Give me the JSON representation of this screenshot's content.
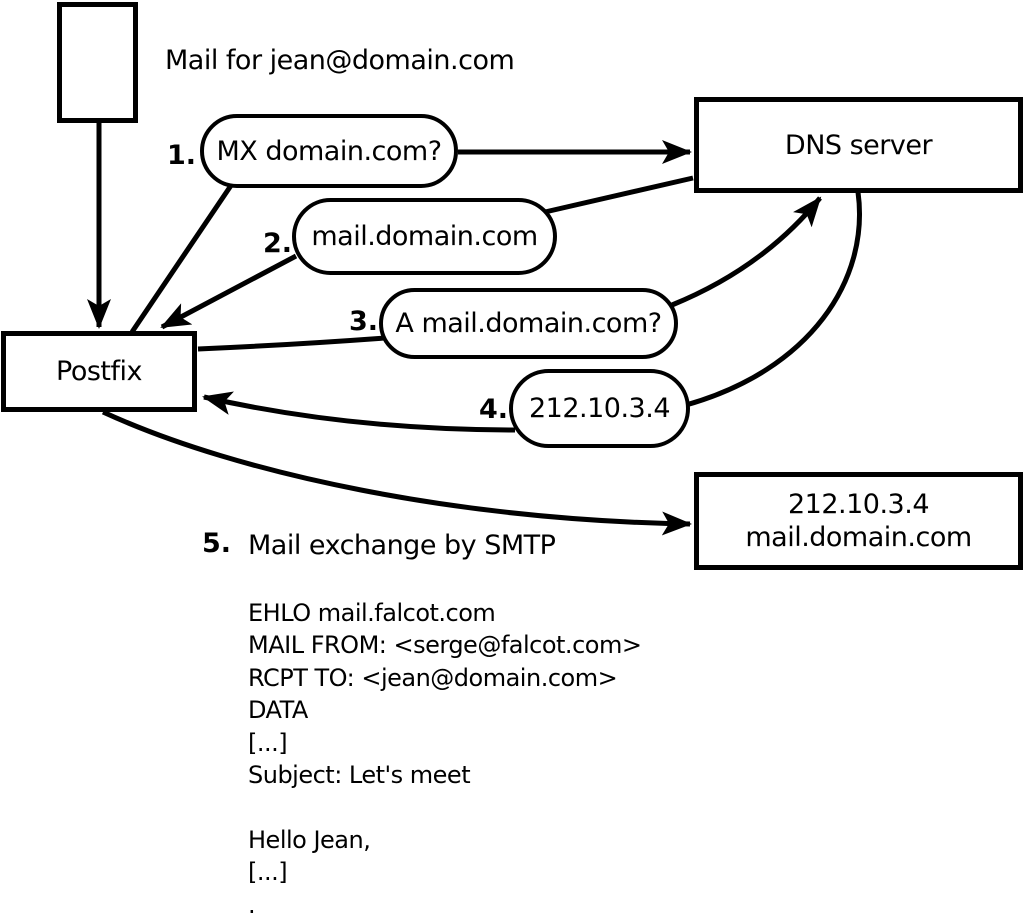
{
  "diagram": {
    "caption": "Mail for jean@domain.com",
    "nodes": {
      "postfix": {
        "label": "Postfix"
      },
      "dns_server": {
        "label": "DNS server"
      },
      "mail_server": {
        "line1": "212.10.3.4",
        "line2": "mail.domain.com"
      }
    },
    "steps": [
      {
        "num": "1.",
        "label": "MX domain.com?"
      },
      {
        "num": "2.",
        "label": "mail.domain.com"
      },
      {
        "num": "3.",
        "label": "A mail.domain.com?"
      },
      {
        "num": "4.",
        "label": "212.10.3.4"
      },
      {
        "num": "5.",
        "label": "Mail exchange by SMTP"
      }
    ],
    "smtp_session": [
      "EHLO mail.falcot.com",
      "MAIL FROM: <serge@falcot.com>",
      "RCPT TO: <jean@domain.com>",
      "DATA",
      "[...]",
      "Subject: Let's meet",
      "",
      "Hello Jean,",
      "[...]",
      "."
    ],
    "colors": {
      "stroke": "#000000",
      "background": "#ffffff"
    }
  }
}
